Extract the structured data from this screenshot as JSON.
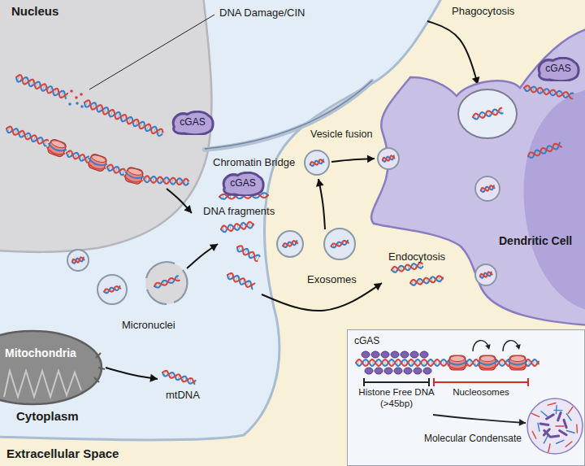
{
  "diagram": {
    "nodes": [
      {
        "text": [
          "cGAS"
        ]
      },
      {
        "text": [
          "cGAS"
        ]
      },
      {
        "text": [
          "cGAS"
        ]
      },
      {
        "text": [
          "cGAS",
          "Histone Free DNA (>45bp)",
          "Nucleosomes",
          "Molecular Condensate"
        ]
      }
    ],
    "labels": [
      "Nucleus",
      "DNA Damage/CIN",
      "Chromatin Bridge",
      "DNA fragments",
      "Micronuclei",
      "Mitochondria",
      "mtDNA",
      "Cytoplasm",
      "Extracellular Space",
      "Phagocytosis",
      "Vesicle fusion",
      "Exosomes",
      "Endocytosis",
      "Dendritic Cell"
    ]
  }
}
